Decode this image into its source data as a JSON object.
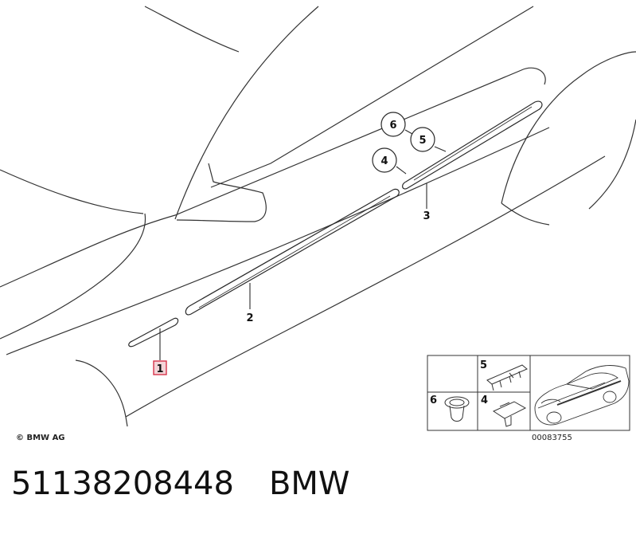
{
  "diagram": {
    "callouts": {
      "part_1": "1",
      "part_2": "2",
      "part_3": "3",
      "part_4": "4",
      "part_5": "5",
      "part_6": "6"
    },
    "thumbnail": {
      "label_5": "5",
      "label_4": "4",
      "label_6": "6",
      "image_code": "00083755"
    },
    "copyright": "© BMW AG"
  },
  "caption": {
    "part_number": "51138208448",
    "brand": "BMW"
  },
  "colors": {
    "line": "#2a2a2a",
    "highlight": "#d6334a",
    "highlight_fill": "#f3d4d8"
  }
}
